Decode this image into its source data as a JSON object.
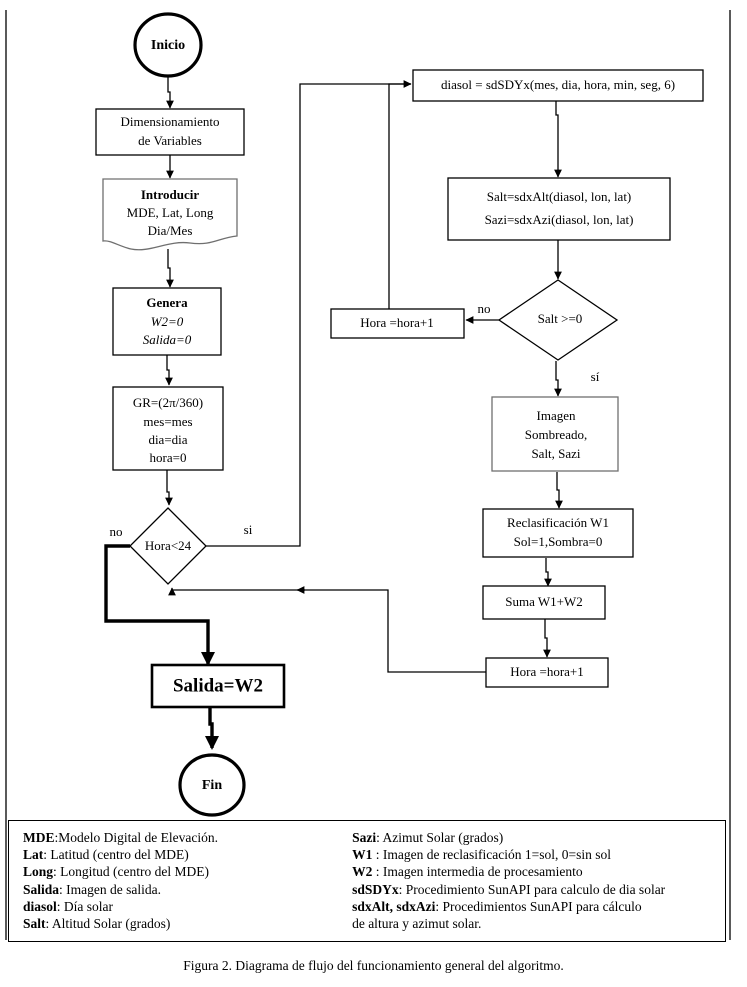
{
  "figure": {
    "caption": "Figura 2. Diagrama de flujo del funcionamiento general del algoritmo."
  },
  "flowchart": {
    "nodes": {
      "start": {
        "label": "Inicio"
      },
      "dimension": {
        "line1": "Dimensionamiento",
        "line2": "de Variables"
      },
      "input": {
        "line1": "Introducir",
        "line2": "MDE, Lat, Long",
        "line3": "Dia/Mes"
      },
      "genera": {
        "line1": "Genera",
        "line2": "W2=0",
        "line3": "Salida=0"
      },
      "gr": {
        "line1": "GR=(2π/360)",
        "line2": "mes=mes",
        "line3": "dia=dia",
        "line4": "hora=0"
      },
      "hora24": {
        "label": "Hora<24"
      },
      "diasol": {
        "label": "diasol = sdSDYx(mes, dia, hora, min, seg, 6)"
      },
      "salt_sazi": {
        "line1": "Salt=sdxAlt(diasol, lon, lat)",
        "line2": "Sazi=sdxAzi(diasol, lon, lat)"
      },
      "salt_check": {
        "label": "Salt   >=0"
      },
      "hora_inc_top": {
        "label": "Hora =hora+1"
      },
      "imagen": {
        "line1": "Imagen",
        "line2": "Sombreado,",
        "line3": "Salt, Sazi"
      },
      "reclas": {
        "line1": "Reclasificación W1",
        "line2": "Sol=1,Sombra=0"
      },
      "suma": {
        "label": "Suma W1+W2"
      },
      "hora_inc_bottom": {
        "label": "Hora =hora+1"
      },
      "salida": {
        "label": "Salida=W2"
      },
      "end": {
        "label": "Fin"
      }
    },
    "edge_labels": {
      "hora24_no": "no",
      "hora24_si": "si",
      "salt_no": "no",
      "salt_si": "sí"
    }
  },
  "legend": {
    "left": [
      {
        "key": "MDE",
        "sep": ":",
        "text": "Modelo Digital de Elevación."
      },
      {
        "key": "Lat",
        "sep": ": ",
        "text": "Latitud (centro del MDE)"
      },
      {
        "key": "Long",
        "sep": ": ",
        "text": "Longitud (centro del MDE)"
      },
      {
        "key": "Salida",
        "sep": ": ",
        "text": "Imagen de salida."
      },
      {
        "key": "diasol",
        "sep": ": ",
        "text": "Día solar"
      },
      {
        "key": "Salt",
        "sep": ": ",
        "text": "Altitud Solar (grados)"
      }
    ],
    "right": [
      {
        "key": "Sazi",
        "sep": ": ",
        "text": "Azimut Solar (grados)"
      },
      {
        "key": "W1",
        "sep": "  : ",
        "text": "Imagen de reclasificación 1=sol, 0=sin sol"
      },
      {
        "key": "W2",
        "sep": "  : ",
        "text": "Imagen intermedia de procesamiento"
      },
      {
        "key": "sdSDYx",
        "sep": ": ",
        "text": "Procedimiento SunAPI para calculo de dia solar"
      },
      {
        "key": "sdxAlt, sdxAzi",
        "sep": ": ",
        "text": "Procedimientos SunAPI para cálculo"
      },
      {
        "key": "",
        "sep": "",
        "text": "de altura y azimut solar."
      }
    ]
  },
  "colors": {
    "stroke": "#000000",
    "background": "#ffffff",
    "gray_stroke": "#6f6f6f"
  }
}
